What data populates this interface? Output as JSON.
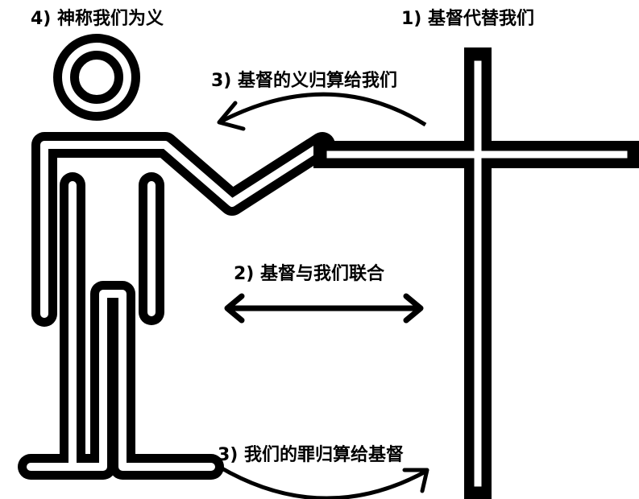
{
  "labels": {
    "justified": "4) 神称我们为义",
    "substitution": "1) 基督代替我们",
    "righteousness_imputed": "3) 基督的义归算给我们",
    "union": "2) 基督与我们联合",
    "sin_imputed": "3) 我们的罪归算给基督"
  },
  "colors": {
    "ink": "#000000",
    "paper": "#ffffff"
  }
}
